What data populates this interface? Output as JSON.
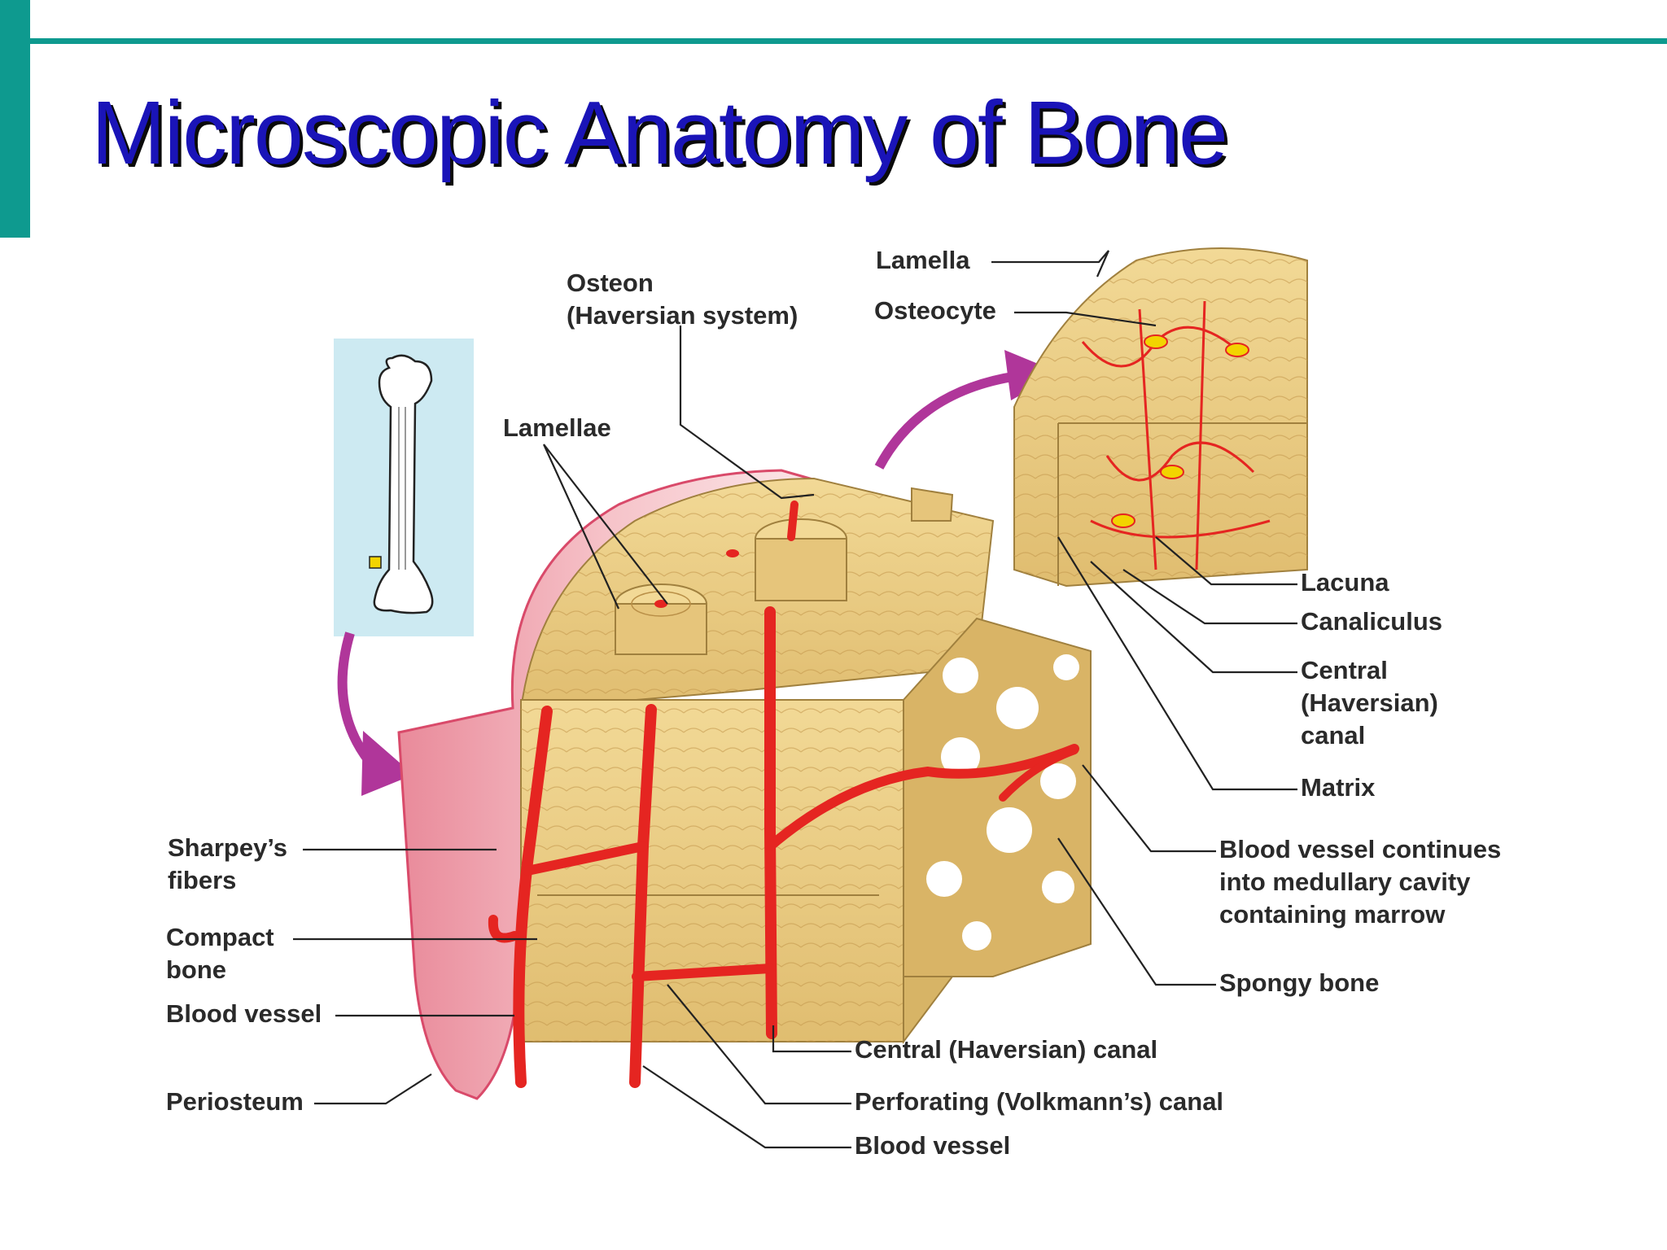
{
  "slide": {
    "title": "Microscopic Anatomy of Bone",
    "accent_color": "#0e9a8f",
    "title_color": "#1a14b8"
  },
  "diagram": {
    "labels": {
      "lamella": "Lamella",
      "osteocyte": "Osteocyte",
      "osteon_1": "Osteon",
      "osteon_2": "(Haversian system)",
      "lamellae": "Lamellae",
      "lacuna": "Lacuna",
      "canaliculus": "Canaliculus",
      "central_canal_1": "Central",
      "central_canal_2": "(Haversian)",
      "central_canal_3": "canal",
      "matrix": "Matrix",
      "bv_continues_1": "Blood vessel continues",
      "bv_continues_2": "into medullary cavity",
      "bv_continues_3": "containing marrow",
      "spongy_bone": "Spongy bone",
      "sharpeys_1": "Sharpey’s",
      "sharpeys_2": "fibers",
      "compact_1": "Compact",
      "compact_2": "bone",
      "blood_vessel_left": "Blood vessel",
      "periosteum": "Periosteum",
      "central_haversian_canal": "Central (Haversian) canal",
      "perforating_canal": "Perforating (Volkmann’s) canal",
      "blood_vessel_bottom": "Blood vessel"
    },
    "colors": {
      "bone": "#ecd08a",
      "bone_dark": "#c9a55a",
      "vessel": "#e52521",
      "periosteum": "#f2aeb8",
      "arrow": "#b0369a",
      "inset_bg": "#cdeaf2"
    }
  }
}
